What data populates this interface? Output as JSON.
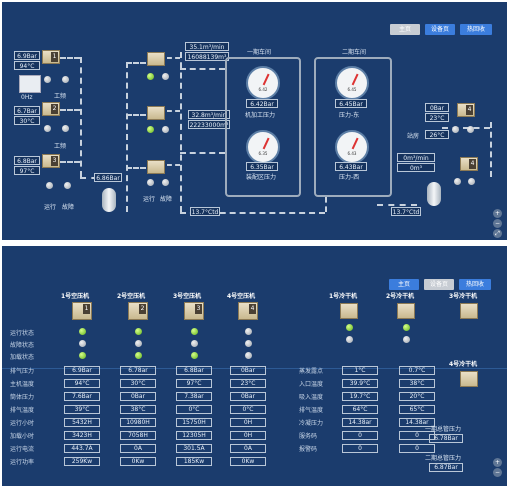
{
  "top_buttons": [
    "主页",
    "设备页",
    "热回收"
  ],
  "p1": {
    "left_units": [
      {
        "pressure": "6.9Bar",
        "temp": "94°C"
      },
      {
        "pressure": "6.7Bar",
        "temp": "30°C"
      },
      {
        "pressure": "6.8Bar",
        "temp": "97°C"
      }
    ],
    "hz": "0Hz",
    "work_label": "工频",
    "run_label": "运行",
    "fault_label": "故障",
    "main_pressure": "6.86Bar",
    "flow1_rate": "35.1m³/min",
    "flow1_total": "16088139m³",
    "flow2_rate": "32.8m³/min",
    "flow2_total": "22233000m³",
    "temp_left": "13.7°Ctd",
    "temp_right": "13.7°Ctd",
    "room1": {
      "title": "一期车间",
      "g1_value": "6.42Bar",
      "g1_label": "机加工压力",
      "g2_value": "6.35Bar",
      "g2_label": "装配区压力",
      "g1_dial": "6.42",
      "g2_dial": "6.35"
    },
    "room2": {
      "title": "二期车间",
      "g1_value": "6.45Bar",
      "g1_label": "压力-东",
      "g2_value": "6.43Bar",
      "g2_label": "压力-西",
      "g1_dial": "6.45",
      "g2_dial": "6.43"
    },
    "right_flow_rate": "0m³/min",
    "right_flow_total": "0m³",
    "right_unit": {
      "pressure": "0Bar",
      "temp": "23°C",
      "station": "站房",
      "station_temp": "26°C"
    }
  },
  "p2": {
    "compressors": [
      "1号空压机",
      "2号空压机",
      "3号空压机",
      "4号空压机"
    ],
    "comp_numbers": [
      "1",
      "2",
      "3",
      "4"
    ],
    "row_labels": [
      "运行状态",
      "故障状态",
      "加载状态",
      "排气压力",
      "主机温度",
      "筒体压力",
      "排气温度",
      "运行小时",
      "加载小时",
      "运行电流",
      "运行功率"
    ],
    "comp_values": [
      [
        "6.9Bar",
        "94°C",
        "7.6Bar",
        "39°C",
        "5432H",
        "3423H",
        "443.7A",
        "259Kw"
      ],
      [
        "6.78ar",
        "30°C",
        "0Bar",
        "38°C",
        "10980H",
        "7058H",
        "0A",
        "0Kw"
      ],
      [
        "6.8Bar",
        "97°C",
        "7.38ar",
        "0°C",
        "15750H",
        "12305H",
        "301.5A",
        "185Kw"
      ],
      [
        "0Bar",
        "23°C",
        "0Bar",
        "0°C",
        "0H",
        "0H",
        "0A",
        "0Kw"
      ]
    ],
    "dryers": [
      "1号冷干机",
      "2号冷干机",
      "3号冷干机",
      "4号冷干机"
    ],
    "dryer_row_labels": [
      "蒸发露点",
      "入口温度",
      "吸入温度",
      "排气温度",
      "冷凝压力",
      "服务码",
      "报警码"
    ],
    "dryer_values": [
      [
        "1°C",
        "39.9°C",
        "19.7°C",
        "64°C",
        "14.38ar",
        "0",
        "0"
      ],
      [
        "0.7°C",
        "38°C",
        "20°C",
        "65°C",
        "14.38ar",
        "0",
        "0"
      ]
    ],
    "phase1_label": "一期总管压力",
    "phase1_value": "6.78Bar",
    "phase2_label": "二期总管压力",
    "phase2_value": "6.87Bar"
  },
  "colors": {
    "background": "#1b3c6d",
    "accent": "#3b7ddd",
    "led_on": "#5fb21a"
  }
}
